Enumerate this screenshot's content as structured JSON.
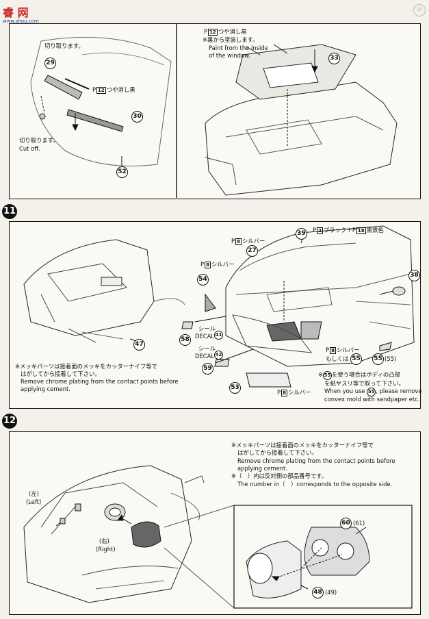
{
  "logo": {
    "title": "睿 网",
    "url": "www.shou.com"
  },
  "top_step": "⑩",
  "panel1": {
    "left": {
      "cut_top": "切り取ります。",
      "cut_bottom_jp": "切り取ります。",
      "cut_bottom_en": "Cut off.",
      "paint_label": "つや消し黒",
      "paint_code": "12",
      "parts": [
        "29",
        "30",
        "52"
      ]
    },
    "right": {
      "paint_code": "12",
      "paint_label": "つや消し黒",
      "note_jp": "※裏から塗装します。",
      "note_en_1": "Paint from the inside",
      "note_en_2": "of the window.",
      "part": "33"
    }
  },
  "panel2": {
    "step": "11",
    "note_jp_1": "※メッキパーツは接着面のメッキをカッターナイフ等で",
    "note_jp_2": "はがしてから接着して下さい。",
    "note_en_1": "Remove chrome plating from the contact points before",
    "note_en_2": "applying cement.",
    "silver_top": "シルバー",
    "silver_code": "8",
    "black_code": "2",
    "black_label": "ブラック＋",
    "gunmetal_code": "18",
    "gunmetal_label": "黒鉄色",
    "silver_mid": "シルバー",
    "decal_jp_1": "シール",
    "decal_en_1": "DECAL",
    "decal_num_1": "41",
    "decal_jp_2": "シール",
    "decal_en_2": "DECAL",
    "decal_num_2": "42",
    "side_silver": "シルバー",
    "side_or": "もしくは",
    "side_part": "55",
    "bottom_silver": "シルバー",
    "use_note_jp_1": "※",
    "use_note_jp_2": "を使う場合はボディの凸部",
    "use_note_jp_3": "を紙ヤスリ等で取って下さい。",
    "use_note_en_1": "When you use",
    "use_note_en_2": ", please remove",
    "use_note_en_3": "convex mold with sandpaper etc.",
    "parts": [
      "27",
      "39",
      "38",
      "54",
      "58",
      "59",
      "53",
      "55",
      "(55)",
      "47"
    ]
  },
  "panel3": {
    "step": "12",
    "note_jp_1": "※メッキパーツは接着面のメッキをカッターナイフ等で",
    "note_jp_2": "はがしてから接着して下さい。",
    "note_en_1": "Remove chrome plating from the contact points before",
    "note_en_2": "applying cement.",
    "note2_jp": "※（　）内は反対側の部品番号です。",
    "note2_en": "The number in（　）corresponds to the opposite side.",
    "left_jp": "(左)",
    "left_en": "(Left)",
    "right_jp": "(右)",
    "right_en": "(Right)",
    "parts": [
      "60",
      "(61)",
      "48",
      "(49)"
    ]
  }
}
